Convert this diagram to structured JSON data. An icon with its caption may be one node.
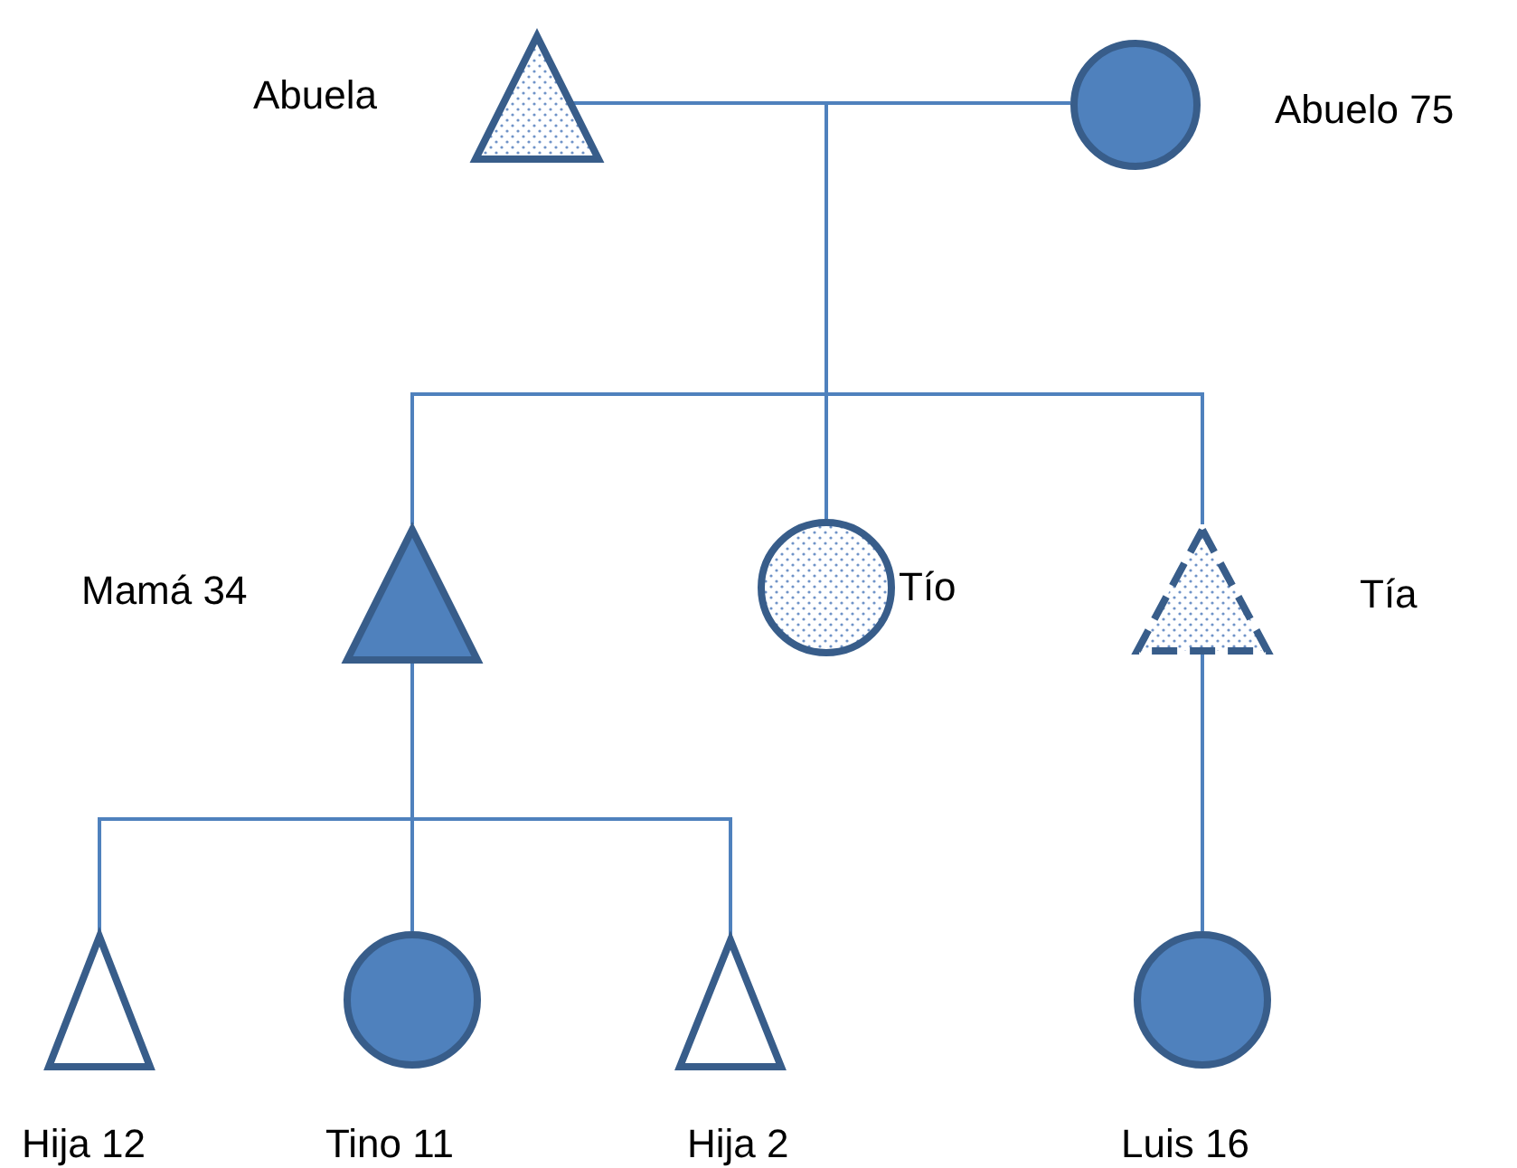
{
  "diagram": {
    "nodes": [
      {
        "text": [],
        "shape": "triangle",
        "beside": [
          "Abuela"
        ]
      },
      {
        "text": [],
        "shape": "circle",
        "beside": [
          "Abuelo 75"
        ]
      },
      {
        "text": [],
        "shape": "triangle",
        "beside": [
          "Mamá 34"
        ]
      },
      {
        "text": [],
        "shape": "circle",
        "beside": [
          "Tío"
        ]
      },
      {
        "text": [],
        "shape": "triangle",
        "beside": [
          "Tía"
        ]
      },
      {
        "text": [],
        "shape": "triangle",
        "beside": [
          "Hija 12"
        ]
      },
      {
        "text": [],
        "shape": "circle",
        "beside": [
          "Tino 11"
        ]
      },
      {
        "text": [],
        "shape": "triangle",
        "beside": [
          "Hija 2"
        ]
      },
      {
        "text": [],
        "shape": "circle",
        "beside": [
          "Luis 16"
        ]
      }
    ],
    "edges": [
      {
        "from": 0,
        "to": 1,
        "arrow": "none"
      },
      {
        "from": 0,
        "to": 2,
        "arrow": "none"
      },
      {
        "from": 1,
        "to": 2,
        "arrow": "none"
      },
      {
        "from": 0,
        "to": 3,
        "arrow": "none"
      },
      {
        "from": 1,
        "to": 3,
        "arrow": "none"
      },
      {
        "from": 0,
        "to": 4,
        "arrow": "none"
      },
      {
        "from": 1,
        "to": 4,
        "arrow": "none"
      },
      {
        "from": 2,
        "to": 5,
        "arrow": "none"
      },
      {
        "from": 2,
        "to": 6,
        "arrow": "none"
      },
      {
        "from": 2,
        "to": 7,
        "arrow": "none"
      },
      {
        "from": 4,
        "to": 8,
        "arrow": "none"
      }
    ]
  }
}
